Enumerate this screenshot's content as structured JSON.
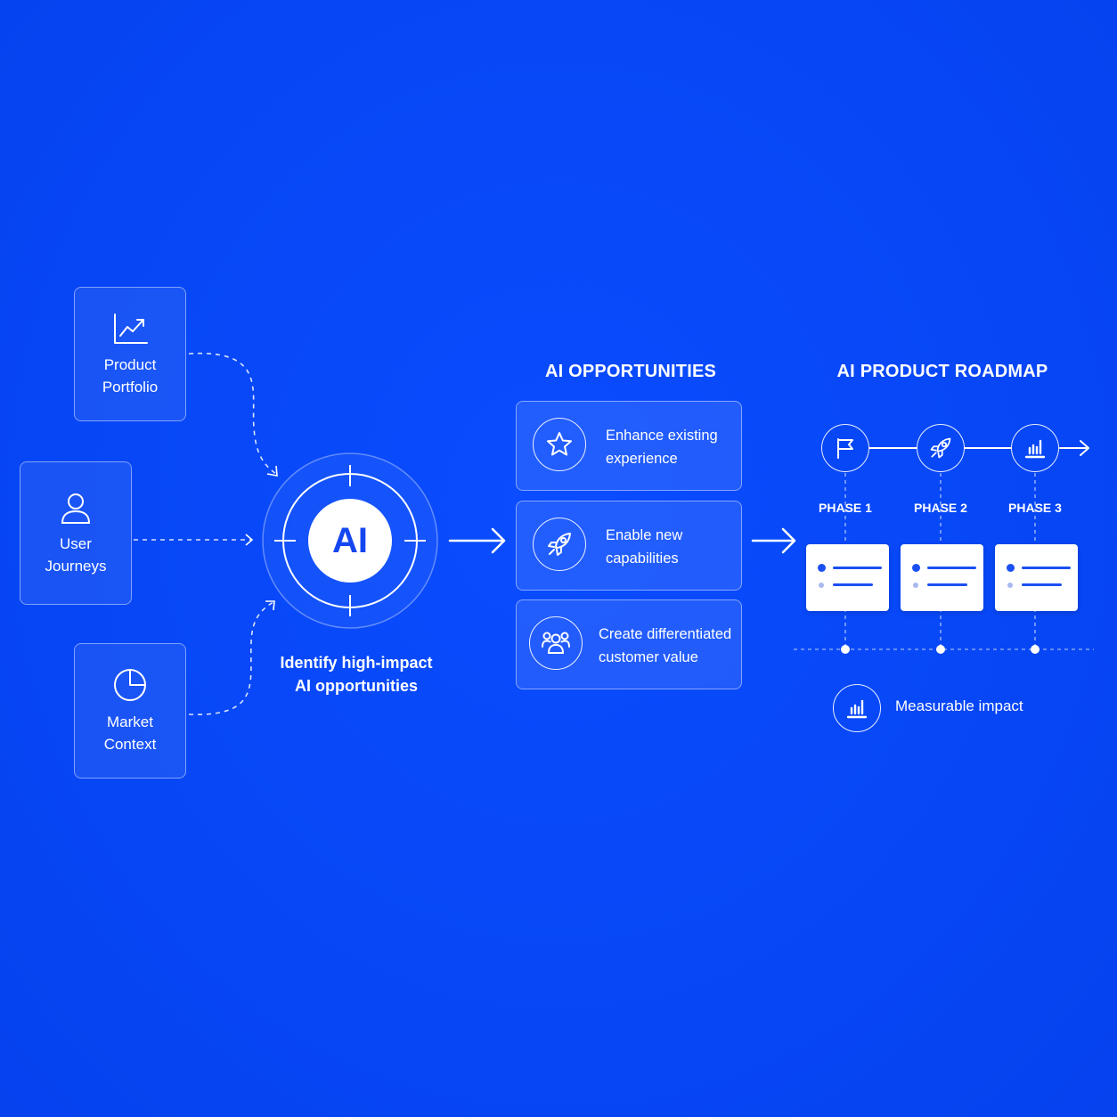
{
  "inputs": [
    {
      "label": "Product\nPortfolio",
      "icon": "trend-chart-icon"
    },
    {
      "label": "User\nJourneys",
      "icon": "user-icon"
    },
    {
      "label": "Market\nContext",
      "icon": "pie-chart-icon"
    }
  ],
  "hub": {
    "badge": "AI",
    "caption": "Identify high-impact\nAI opportunities"
  },
  "opportunities": {
    "title": "AI OPPORTUNITIES",
    "items": [
      {
        "label": "Enhance existing\nexperience",
        "icon": "star-icon"
      },
      {
        "label": "Enable new\ncapabilities",
        "icon": "rocket-icon"
      },
      {
        "label": "Create differentiated\ncustomer value",
        "icon": "people-icon"
      }
    ]
  },
  "roadmap": {
    "title": "AI PRODUCT ROADMAP",
    "phases": [
      {
        "label": "PHASE 1",
        "icon": "flag-icon"
      },
      {
        "label": "PHASE 2",
        "icon": "rocket-icon"
      },
      {
        "label": "PHASE 3",
        "icon": "bar-chart-icon"
      }
    ],
    "impact_label": "Measurable impact",
    "impact_icon": "bar-chart-icon"
  },
  "colors": {
    "background": "#0747f6",
    "foreground": "#ffffff",
    "accent": "#1a4ff2"
  }
}
